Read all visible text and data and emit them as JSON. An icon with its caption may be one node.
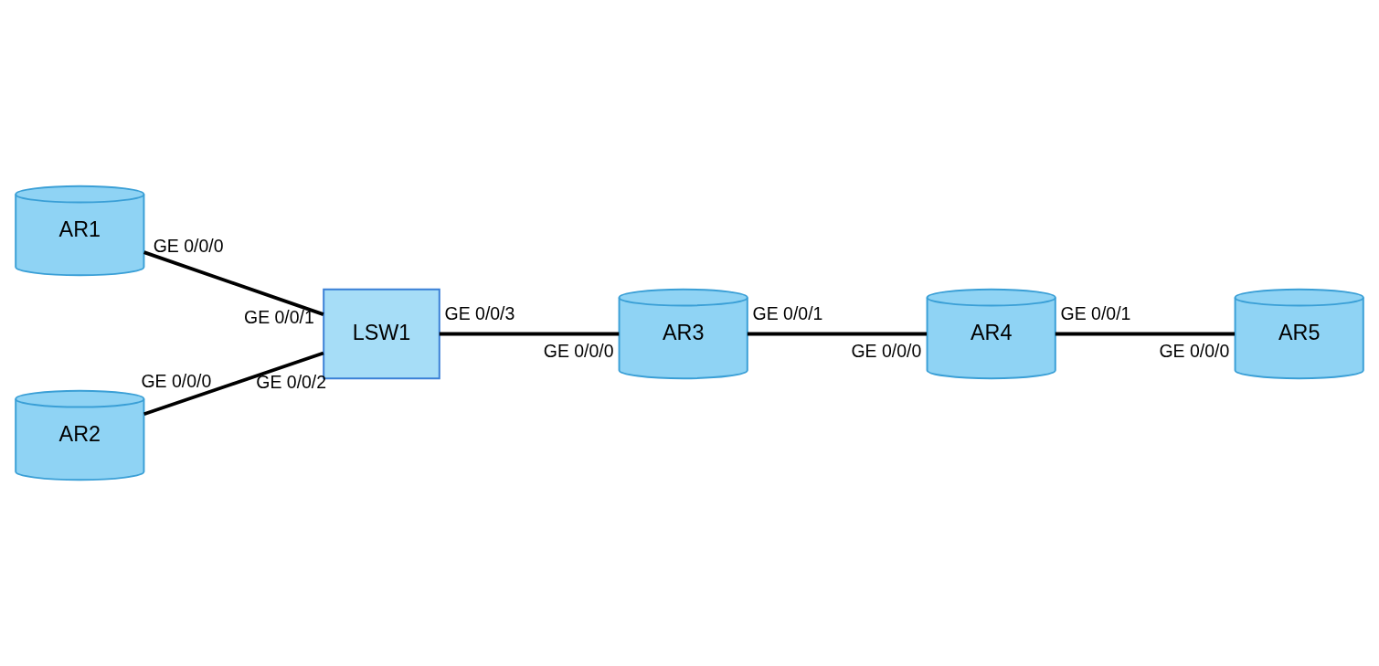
{
  "diagram": {
    "nodes": [
      {
        "text": [
          "AR1"
        ],
        "beside": [
          "GE 0/0/0"
        ]
      },
      {
        "text": [
          "AR2"
        ],
        "beside": [
          "GE 0/0/0"
        ]
      },
      {
        "text": [
          "LSW1"
        ],
        "beside": [
          "GE 0/0/1",
          "GE 0/0/2",
          "GE 0/0/3"
        ]
      },
      {
        "text": [
          "AR3"
        ],
        "beside": [
          "GE 0/0/0",
          "GE 0/0/1"
        ]
      },
      {
        "text": [
          "AR4"
        ],
        "beside": [
          "GE 0/0/0",
          "GE 0/0/1"
        ]
      },
      {
        "text": [
          "AR5"
        ],
        "beside": [
          "GE 0/0/0"
        ]
      }
    ],
    "edges": [
      {
        "from": 0,
        "to": 2,
        "arrow": "none"
      },
      {
        "from": 1,
        "to": 2,
        "arrow": "none"
      },
      {
        "from": 2,
        "to": 3,
        "arrow": "none"
      },
      {
        "from": 3,
        "to": 4,
        "arrow": "none"
      },
      {
        "from": 4,
        "to": 5,
        "arrow": "none"
      }
    ]
  }
}
